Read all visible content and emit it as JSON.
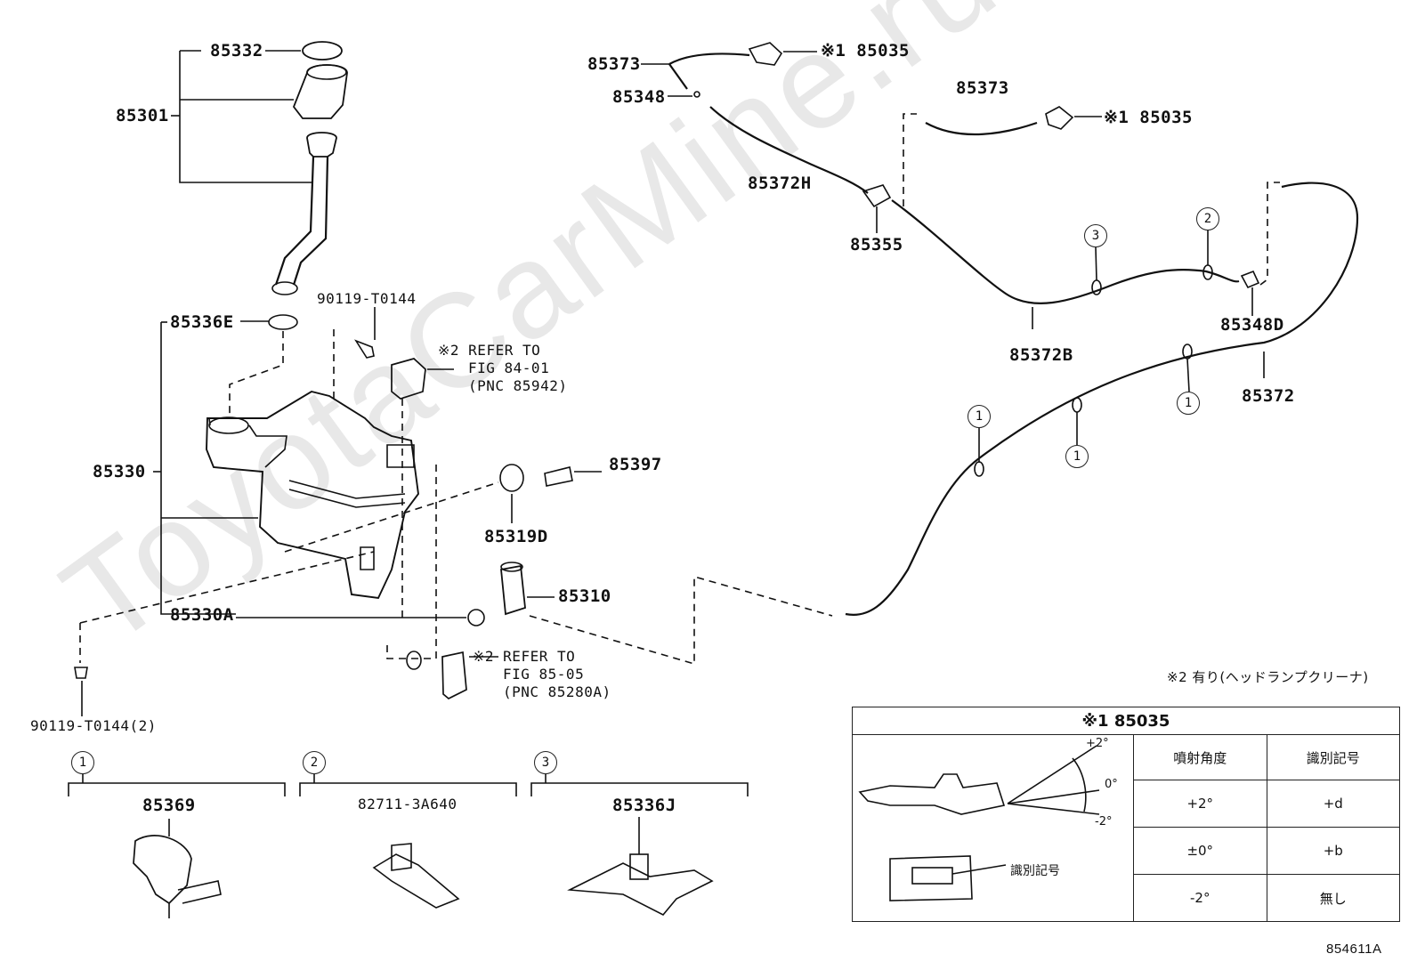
{
  "watermark": "ToyotaCarMine.ru",
  "labels": {
    "p85332": "85332",
    "p85301": "85301",
    "p85336E": "85336E",
    "p90119a": "90119-T0144",
    "p85330": "85330",
    "p85330A": "85330A",
    "p90119b": "90119-T0144(2)",
    "p85319D": "85319D",
    "p85397": "85397",
    "p85310": "85310",
    "p85373a": "85373",
    "p85348": "85348",
    "p85372H": "85372H",
    "p85355": "85355",
    "p85035a": "※1 85035",
    "p85373b": "85373",
    "p85035b": "※1 85035",
    "p85372B": "85372B",
    "p85348D": "85348D",
    "p85372": "85372",
    "ref1_line1": "※2 REFER TO",
    "ref1_line2": "FIG 84-01",
    "ref1_line3": "(PNC 85942)",
    "ref2_line1": "※2 REFER TO",
    "ref2_line2": "FIG 85-05",
    "ref2_line3": "(PNC 85280A)",
    "note2": "※2 有り(ヘッドランプクリーナ)",
    "fig_code": "854611A"
  },
  "callouts": {
    "c1": "1",
    "c2": "2",
    "c3": "3"
  },
  "clips": [
    {
      "num": "1",
      "part": "85369"
    },
    {
      "num": "2",
      "part": "82711-3A640"
    },
    {
      "num": "3",
      "part": "85336J"
    }
  ],
  "spec_table": {
    "title": "※1 85035",
    "col1": "噴射角度",
    "col2": "識別記号",
    "rows": [
      {
        "angle": "+2°",
        "code": "+d"
      },
      {
        "angle": "±0°",
        "code": "+b"
      },
      {
        "angle": "-2°",
        "code": "無し"
      }
    ],
    "angle_plus": "+2°",
    "angle_zero": "0°",
    "angle_minus": "-2°",
    "id_mark_label": "識別記号"
  }
}
